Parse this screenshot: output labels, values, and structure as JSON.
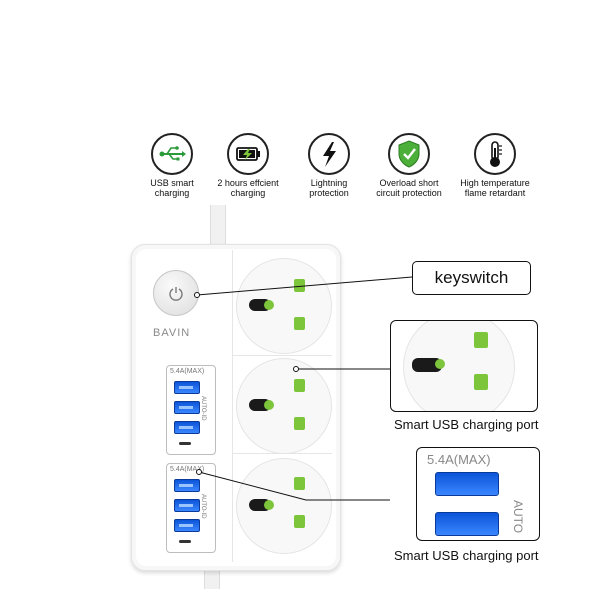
{
  "features": [
    {
      "icon": "usb-icon",
      "label": "USB smart\ncharging"
    },
    {
      "icon": "battery-charging-icon",
      "label": "2 hours effcient\ncharging"
    },
    {
      "icon": "lightning-icon",
      "label": "Lightning\nprotection"
    },
    {
      "icon": "shield-check-icon",
      "label": "Overload short\ncircuit protection"
    },
    {
      "icon": "thermometer-icon",
      "label": "High temperature\nflame retardant"
    }
  ],
  "product": {
    "brand": "BAVIN",
    "usb_current": "5.4A(MAX)",
    "usb_mode": "AUTO-ID"
  },
  "callouts": {
    "keyswitch": "keyswitch",
    "usb_port_caption_1": "Smart USB charging port",
    "usb_port_caption_2": "Smart USB charging port",
    "detail_usb_current": "5.4A(MAX)",
    "detail_usb_mode": "AUTO"
  },
  "colors": {
    "accent_green": "#7dc53a",
    "usb_blue": "#0b55d8"
  }
}
